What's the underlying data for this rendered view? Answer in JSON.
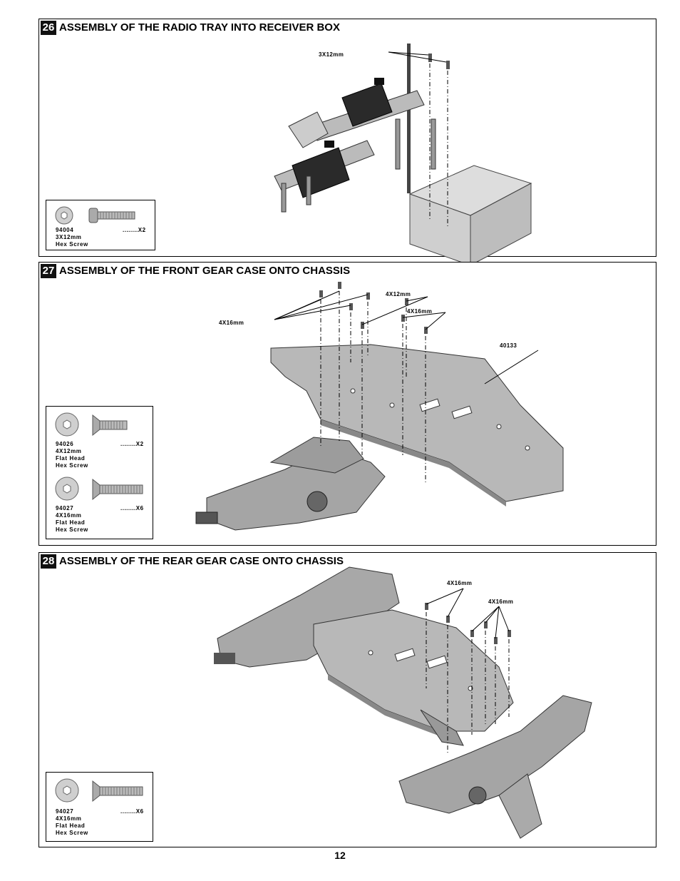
{
  "steps": [
    {
      "number": "26",
      "title": "ASSEMBLY OF THE RADIO TRAY INTO RECEIVER BOX",
      "labels": [
        "3X12mm"
      ],
      "parts": [
        {
          "part_no": "94004",
          "size": "3X12mm",
          "desc1": "Hex Screw",
          "desc2": "",
          "qty": "........X2"
        }
      ]
    },
    {
      "number": "27",
      "title": "ASSEMBLY OF THE FRONT GEAR CASE ONTO CHASSIS",
      "labels": [
        "4X12mm",
        "4X16mm",
        "4X16mm",
        "40133"
      ],
      "parts": [
        {
          "part_no": "94026",
          "size": "4X12mm",
          "desc1": "Flat Head",
          "desc2": "Hex Screw",
          "qty": "........X2"
        },
        {
          "part_no": "94027",
          "size": "4X16mm",
          "desc1": "Flat Head",
          "desc2": "Hex Screw",
          "qty": "........X6"
        }
      ]
    },
    {
      "number": "28",
      "title": "ASSEMBLY OF THE REAR GEAR CASE ONTO CHASSIS",
      "labels": [
        "4X16mm",
        "4X16mm"
      ],
      "parts": [
        {
          "part_no": "94027",
          "size": "4X16mm",
          "desc1": "Flat Head",
          "desc2": "Hex Screw",
          "qty": "........X6"
        }
      ]
    }
  ],
  "page_number": "12"
}
